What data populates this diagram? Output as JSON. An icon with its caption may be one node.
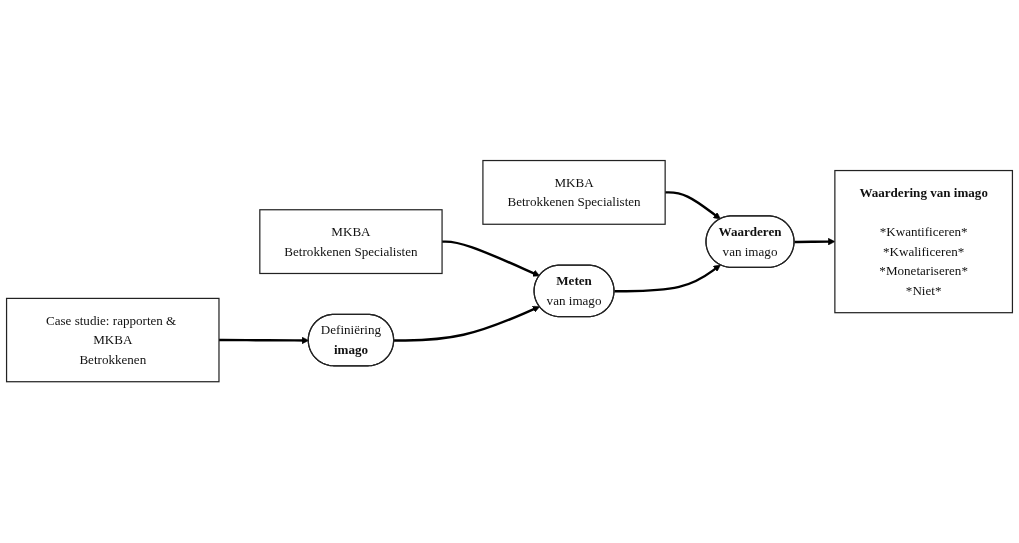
{
  "diagram": {
    "nodes": [
      {
        "text": [
          "Case studie: rapporten & MKBA",
          "Betrokkenen"
        ]
      },
      {
        "text": [
          "MKBA",
          "Betrokkenen Specialisten"
        ]
      },
      {
        "text": [
          "MKBA",
          "Betrokkenen Specialisten"
        ]
      },
      {
        "text": [
          "Definiëring",
          "imago"
        ]
      },
      {
        "text": [
          "Meten",
          "van imago"
        ]
      },
      {
        "text": [
          "Waarderen",
          "van imago"
        ]
      },
      {
        "text": [
          "Waardering van imago",
          "*Kwantificeren*",
          "*Kwalificeren*",
          "*Monetariseren*",
          "*Niet*"
        ]
      }
    ],
    "edges": [
      {
        "from": 0,
        "to": 3,
        "arrow": "to"
      },
      {
        "from": 1,
        "to": 4,
        "arrow": "to"
      },
      {
        "from": 2,
        "to": 5,
        "arrow": "to"
      },
      {
        "from": 3,
        "to": 4,
        "arrow": "to"
      },
      {
        "from": 4,
        "to": 5,
        "arrow": "to"
      },
      {
        "from": 5,
        "to": 6,
        "arrow": "to"
      }
    ]
  }
}
